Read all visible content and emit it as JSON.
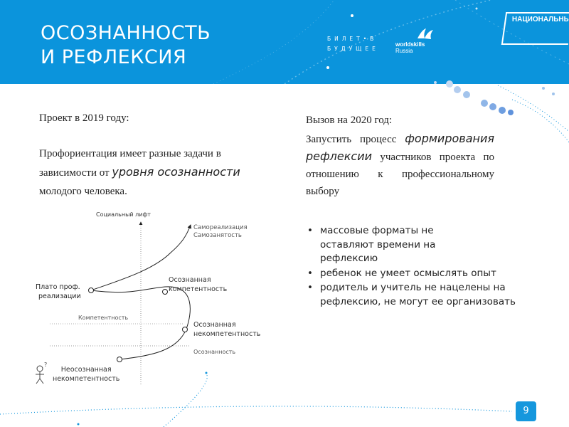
{
  "header": {
    "title_line1": "ОСОЗНАННОСТЬ",
    "title_line2": "И РЕФЛЕКСИЯ",
    "logo_bilet_line1": "БИЛЕТ•В",
    "logo_bilet_line2": "БУДУЩЕЕ",
    "logo_ws_line1": "worldskills",
    "logo_ws_line2": "Russia",
    "logo_national": "НАЦИОНАЛЬНЫЕ ПРОЕКТЫ",
    "bg_color": "#0b94dc"
  },
  "left": {
    "heading": "Проект в 2019 году:",
    "para_start": "Профориентация имеет разные задачи в зависимости от",
    "para_italic": "уровня осознанности",
    "para_end": "молодого человека."
  },
  "diagram": {
    "y_axis_label": "Социальный лифт",
    "top_label_1": "Самореализация",
    "top_label_2": "Самозанятость",
    "plateau_1": "Плато проф.",
    "plateau_2": "реализации",
    "conscious_comp_1": "Осознанная",
    "conscious_comp_2": "компетентность",
    "competence_axis": "Компетентность",
    "conscious_incomp_1": "Осознанная",
    "conscious_incomp_2": "некомпетентность",
    "awareness_axis": "Осознанность",
    "unconscious_incomp_1": "Неосознанная",
    "unconscious_incomp_2": "некомпетентность",
    "person_icon": "person-question-icon"
  },
  "right": {
    "challenge_heading": "Вызов на 2020 год:",
    "launch_start": "Запустить процесс",
    "launch_italic": "формирования рефлексии",
    "launch_end": "участников проекта по отношению к профессиональному выбору",
    "bullets": [
      "массовые форматы не оставляют времени на рефлексию",
      "ребенок не умеет осмыслять опыт",
      "родитель и учитель не нацелены на рефлексию, не могут ее организовать"
    ]
  },
  "page_number": "9",
  "accent_color": "#1597dd"
}
